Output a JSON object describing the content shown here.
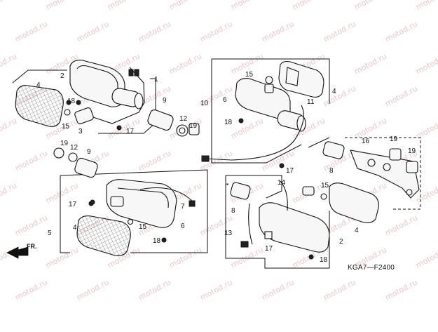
{
  "diagram": {
    "watermark": "motod.ru",
    "code": "KGA7—F2400",
    "direction_label": "FR.",
    "callouts": {
      "c1": "1",
      "c2a": "2",
      "c2b": "2",
      "c3": "3",
      "c4a": "4",
      "c4b": "4",
      "c4c": "4",
      "c4d": "4",
      "c5": "5",
      "c6a": "6",
      "c6b": "6",
      "c7": "7",
      "c8a": "8",
      "c8b": "8",
      "c9a": "9",
      "c9b": "9",
      "c10": "10",
      "c11": "11",
      "c12a": "12",
      "c12b": "12",
      "c13": "13",
      "c14": "14",
      "c15a": "15",
      "c15b": "15",
      "c15c": "15",
      "c15d": "15",
      "c16": "16",
      "c17a": "17",
      "c17b": "17",
      "c17c": "17",
      "c17d": "17",
      "c18a": "18",
      "c18b": "18",
      "c18c": "18",
      "c18d": "18",
      "c19a": "19",
      "c19b": "19",
      "c19c": "19",
      "c19d": "19"
    }
  }
}
